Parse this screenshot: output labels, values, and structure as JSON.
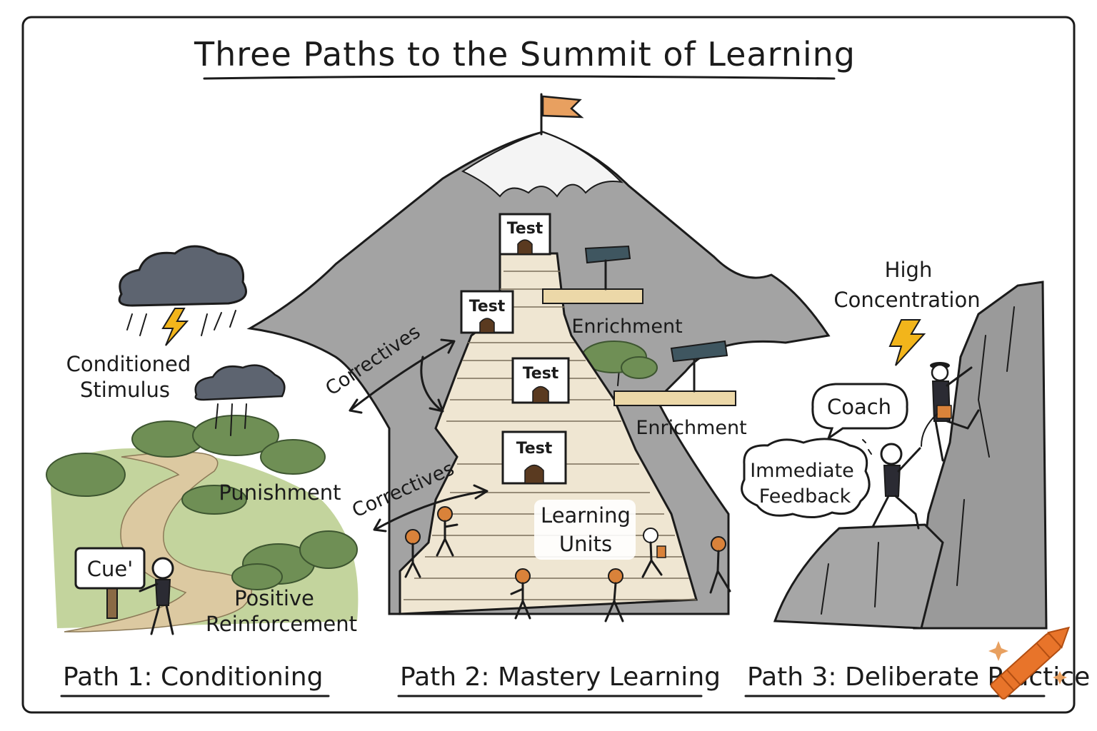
{
  "title": "Three Paths to the Summit of Learning",
  "path1": {
    "caption": "Path 1: Conditioning",
    "labels": {
      "conditioned_stimulus_line1": "Conditioned",
      "conditioned_stimulus_line2": "Stimulus",
      "punishment": "Punishment",
      "positive_line1": "Positive",
      "positive_line2": "Reinforcement",
      "cue": "Cue'"
    }
  },
  "path2": {
    "caption": "Path 2: Mastery Learning",
    "tests": [
      "Test",
      "Test",
      "Test",
      "Test"
    ],
    "labels": {
      "enrichment_upper": "Enrichment",
      "enrichment_lower": "Enrichment",
      "correctives_upper": "Correctives",
      "correctives_lower": "Correctives",
      "learning_units_line1": "Learning",
      "learning_units_line2": "Units"
    }
  },
  "path3": {
    "caption": "Path 3: Deliberate Practice",
    "labels": {
      "high": "High",
      "concentration": "Concentration",
      "coach": "Coach",
      "feedback_line1": "Immediate",
      "feedback_line2": "Feedback"
    }
  },
  "colors": {
    "border": "#1b1b1b",
    "mountain": "#9a9a9a",
    "snow": "#f4f4f4",
    "stairs": "#efe6d2",
    "bush": "#6f8f55",
    "path_sand": "#d9c9a0",
    "grass": "#a9c07a",
    "cloud": "#5d6470",
    "flag": "#e8a060",
    "bolt": "#f2b51b",
    "head_orange": "#d9823a",
    "crayon": "#e8742a"
  },
  "icons": [
    "storm-cloud-icon",
    "lightning-bolt-icon",
    "flag-icon",
    "telescope-icon",
    "crayon-icon",
    "sparkle-icon"
  ]
}
